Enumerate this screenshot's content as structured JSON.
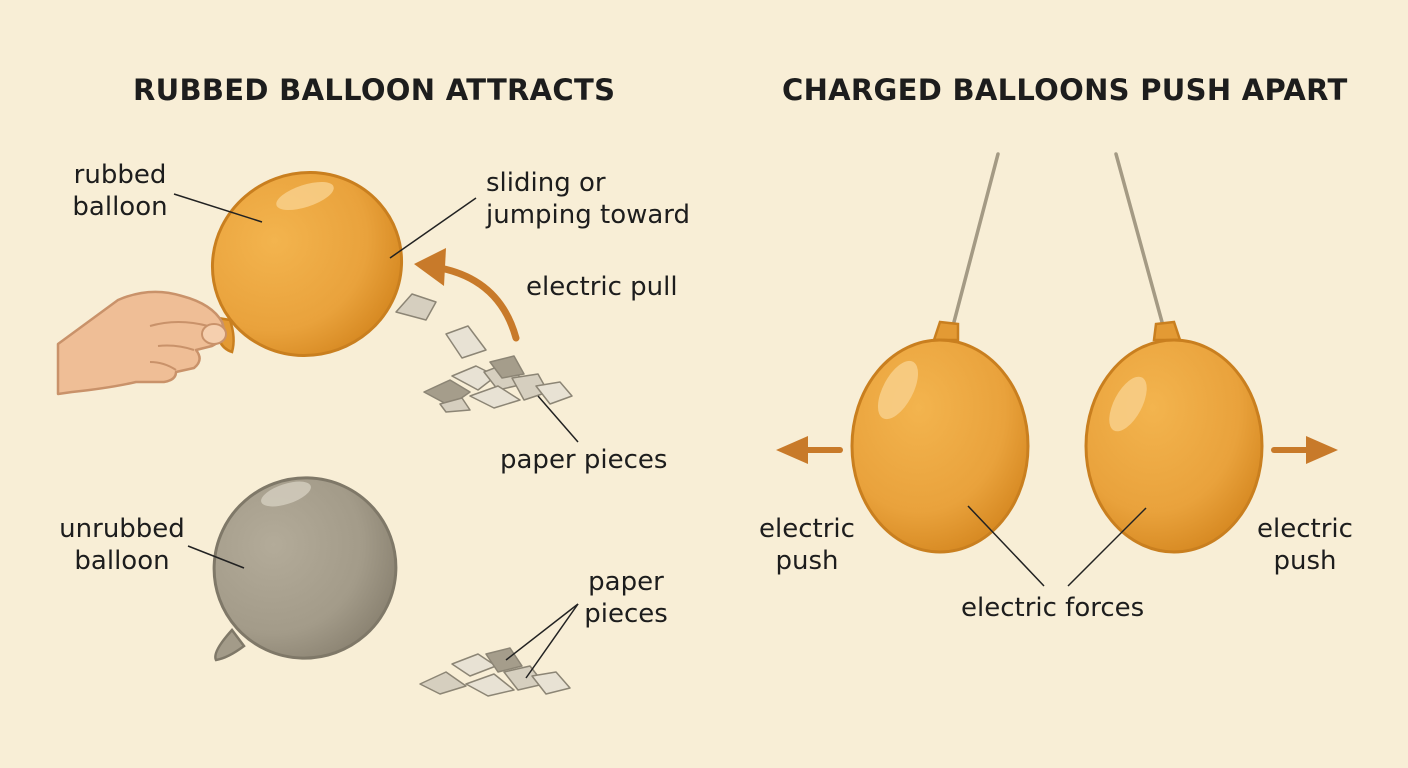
{
  "left_panel": {
    "title": "RUBBED BALLOON ATTRACTS",
    "rubbed_balloon": [
      "rubbed",
      "balloon"
    ],
    "sliding": [
      "sliding or",
      "jumping toward"
    ],
    "electric_pull": "electric pull",
    "paper_pieces_top": "paper pieces",
    "unrubbed_balloon": [
      "unrubbed",
      "balloon"
    ],
    "paper_pieces_bottom": [
      "paper",
      "pieces"
    ]
  },
  "right_panel": {
    "title": "CHARGED BALLOONS PUSH APART",
    "electric_push_left": [
      "electric",
      "push"
    ],
    "electric_push_right": [
      "electric",
      "push"
    ],
    "electric_forces": "electric forces"
  },
  "colors": {
    "background": "#f8eed6",
    "charged_balloon": "#e9a23c",
    "uncharged_balloon": "#a59d8b",
    "arrow": "#c87a2a",
    "paper": "#d6cfbf"
  },
  "icons": [
    "hand-icon",
    "balloon-icon",
    "paper-pieces-icon",
    "curved-arrow-icon",
    "arrow-left-icon",
    "arrow-right-icon",
    "string-icon"
  ]
}
